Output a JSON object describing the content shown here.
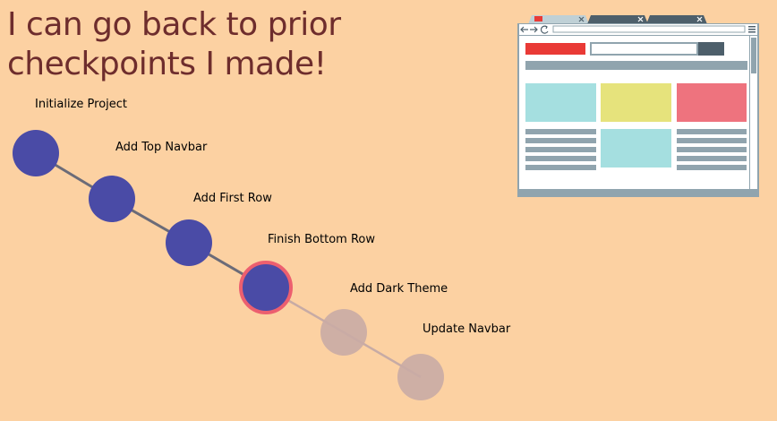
{
  "headline": {
    "line1": "I can go back to prior",
    "line2": "checkpoints I made!"
  },
  "commits": [
    {
      "label": "Initialize Project",
      "state": "done"
    },
    {
      "label": "Add Top Navbar",
      "state": "done"
    },
    {
      "label": "Add First Row",
      "state": "done"
    },
    {
      "label": "Finish Bottom Row",
      "state": "current"
    },
    {
      "label": "Add Dark Theme",
      "state": "future"
    },
    {
      "label": "Update Navbar",
      "state": "future"
    }
  ],
  "colors": {
    "background": "#fcd1a2",
    "title": "#6e2d2d",
    "commit_done": "#4a4ba6",
    "commit_current_ring": "#ec5f6f",
    "commit_future": "#c9aba5",
    "line_done": "#6b6b78",
    "line_future": "#c7aba5",
    "mock_red": "#e93a36",
    "mock_cyan": "#a5dfe0",
    "mock_yellow": "#e6e37c",
    "mock_pink": "#ee737e",
    "mock_frame": "#90a4ae",
    "mock_dark": "#4d5f6b"
  },
  "browser_icons": [
    "back-arrow-icon",
    "forward-arrow-icon",
    "reload-icon",
    "menu-icon",
    "tab-close-icon"
  ]
}
